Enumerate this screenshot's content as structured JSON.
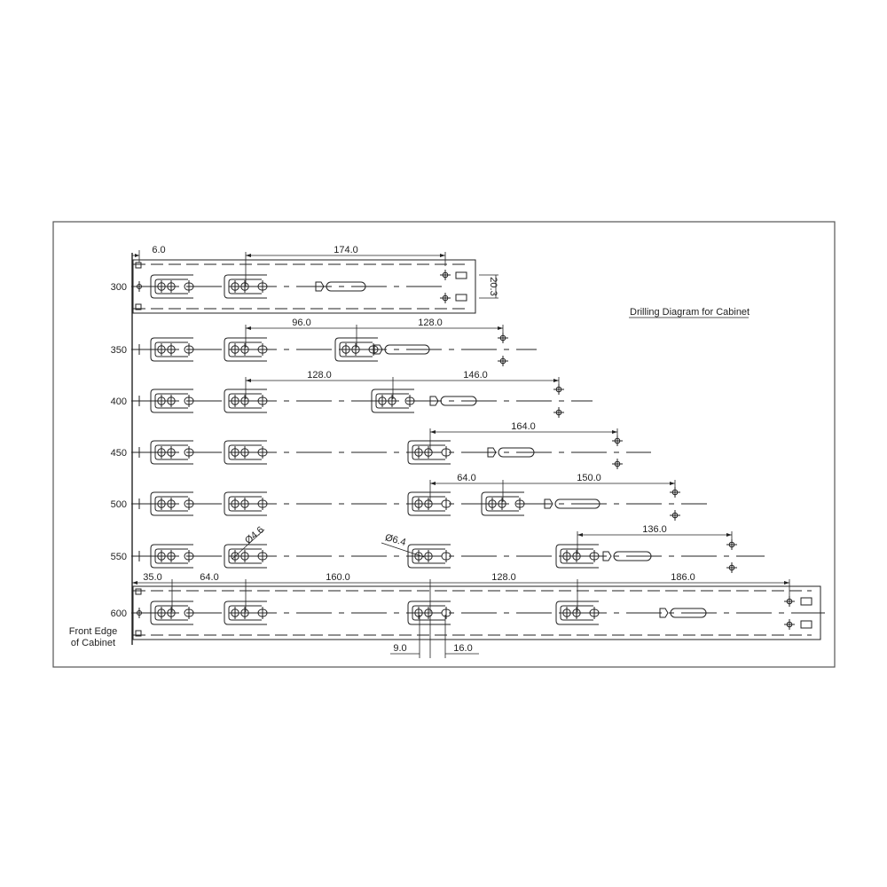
{
  "diagram": {
    "title": "Drilling Diagram for Cabinet",
    "front_edge_line1": "Front Edge",
    "front_edge_line2": "of Cabinet",
    "row_labels": [
      "300",
      "350",
      "400",
      "450",
      "500",
      "550",
      "600"
    ]
  },
  "dimensions": {
    "row300": {
      "a": "6.0",
      "b": "174.0",
      "c": "20.3"
    },
    "row350": {
      "a": "96.0",
      "b": "128.0"
    },
    "row400": {
      "a": "128.0",
      "b": "146.0"
    },
    "row450": {
      "a": "164.0"
    },
    "row500": {
      "a": "64.0",
      "b": "150.0"
    },
    "row550": {
      "a": "136.0",
      "hole_small": "Ø4.6",
      "hole_large": "Ø6.4"
    },
    "row600": {
      "a": "35.0",
      "b": "64.0",
      "c": "160.0",
      "d": "128.0",
      "e": "186.0",
      "f": "9.0",
      "g": "16.0"
    }
  },
  "colors": {
    "line": "#222222",
    "frame": "#555555",
    "background": "#ffffff"
  }
}
